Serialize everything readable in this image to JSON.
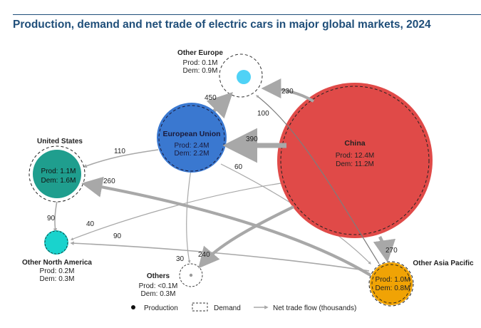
{
  "title": "Production, demand and net trade of electric cars in major global markets, 2024",
  "colors": {
    "china": "#e04a48",
    "eu": "#3a78d0",
    "us": "#1f9e8e",
    "other_na": "#19d3cd",
    "other_europe": "#4fd2f6",
    "asia_pacific": "#f0a305",
    "others": "#9a9a9a",
    "flow": "#a8a8a8",
    "title": "#1f4e79"
  },
  "nodes": [
    {
      "id": "china",
      "name": "China",
      "prod": "Prod: 12.4M",
      "dem": "Dem: 11.2M"
    },
    {
      "id": "eu",
      "name": "European Union",
      "prod": "Prod: 2.4M",
      "dem": "Dem: 2.2M"
    },
    {
      "id": "us",
      "name": "United States",
      "prod": "Prod: 1.1M",
      "dem": "Dem: 1.6M"
    },
    {
      "id": "other_europe",
      "name": "Other Europe",
      "prod": "Prod: 0.1M",
      "dem": "Dem: 0.9M"
    },
    {
      "id": "other_na",
      "name": "Other North America",
      "prod": "Prod: 0.2M",
      "dem": "Dem: 0.3M"
    },
    {
      "id": "asia_pacific",
      "name": "Other Asia Pacific",
      "prod": "Prod: 1.0M",
      "dem": "Dem: 0.8M"
    },
    {
      "id": "others",
      "name": "Others",
      "prod": "Prod: <0.1M",
      "dem": "Dem: 0.3M"
    }
  ],
  "flows": [
    {
      "id": "china-eu",
      "from": "China",
      "to": "European Union",
      "value": "390"
    },
    {
      "id": "eu-other-europe",
      "from": "European Union",
      "to": "Other Europe",
      "value": "450"
    },
    {
      "id": "china-other-europe",
      "from": "China",
      "to": "Other Europe",
      "value": "230"
    },
    {
      "id": "asia-other-europe",
      "from": "Other Asia Pacific",
      "to": "Other Europe",
      "value": "100"
    },
    {
      "id": "eu-us",
      "from": "European Union",
      "to": "United States",
      "value": "110"
    },
    {
      "id": "asia-us",
      "from": "Other Asia Pacific",
      "to": "United States",
      "value": "260"
    },
    {
      "id": "eu-asia",
      "from": "European Union",
      "to": "Other Asia Pacific",
      "value": "60"
    },
    {
      "id": "us-other-na",
      "from": "United States",
      "to": "Other North America",
      "value": "90"
    },
    {
      "id": "china-other-na",
      "from": "China",
      "to": "Other North America",
      "value": "40"
    },
    {
      "id": "asia-other-na",
      "from": "Other Asia Pacific",
      "to": "Other North America",
      "value": "90"
    },
    {
      "id": "china-asia",
      "from": "China",
      "to": "Other Asia Pacific",
      "value": "270"
    },
    {
      "id": "china-others",
      "from": "China",
      "to": "Others",
      "value": "240"
    },
    {
      "id": "eu-others",
      "from": "European Union",
      "to": "Others",
      "value": "30"
    }
  ],
  "legend": {
    "production": "Production",
    "demand": "Demand",
    "flow": "Net trade flow (thousands)"
  }
}
